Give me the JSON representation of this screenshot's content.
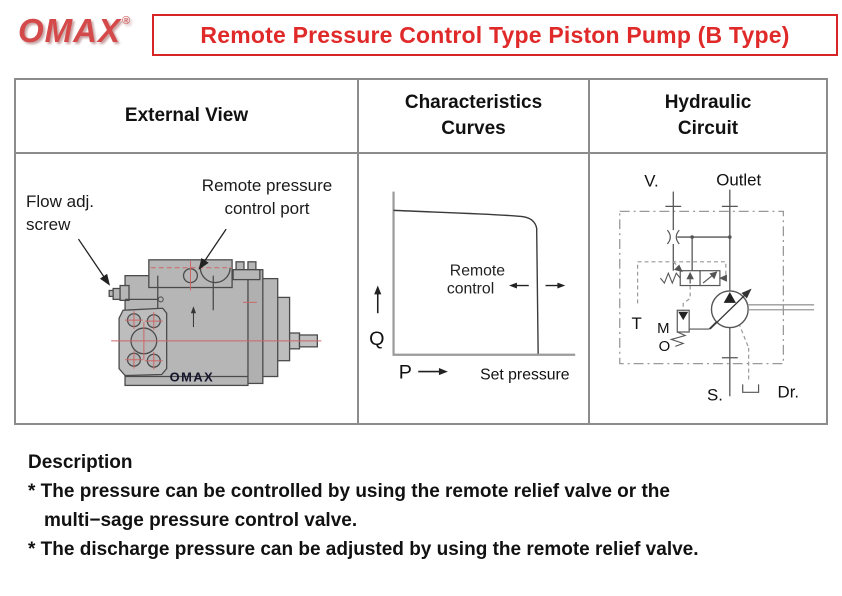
{
  "logo": {
    "text": "OMAX",
    "registered_mark": "®"
  },
  "title": "Remote Pressure Control Type Piston Pump (B Type)",
  "table": {
    "headers": [
      "External View",
      "Characteristics Curves",
      "Hydraulic Circuit"
    ]
  },
  "external_view": {
    "callout_flow_screw": "Flow adj. screw",
    "callout_remote_port": "Remote pressure control port",
    "pump_brand": "OMAX"
  },
  "curves": {
    "chart_data": {
      "type": "line",
      "title": "Characteristics Curves",
      "xlabel": "P",
      "ylabel": "Q",
      "x_annotation": "Set pressure",
      "annotation": "Remote control",
      "shape": "Flow Q nearly constant with slight droop as pressure P rises, then sharp vertical drop to zero at the set pressure; cutoff point adjustable left/right by remote control",
      "axis_ticks": "none",
      "grid": false
    },
    "remote_line1": "Remote",
    "remote_line2": "control",
    "y_axis": "Q",
    "x_axis": "P",
    "set_pressure": "Set pressure"
  },
  "circuit": {
    "labels": {
      "v": "V.",
      "outlet": "Outlet",
      "t": "T",
      "m": "M",
      "o": "O",
      "s": "S.",
      "dr": "Dr."
    }
  },
  "description": {
    "heading": "Description",
    "line1": "* The pressure can be controlled by using the remote relief valve or the",
    "line1_cont": "multi−sage pressure control valve.",
    "line2": "* The discharge pressure can be adjusted by using the remote relief valve."
  },
  "colors": {
    "accent_red": "#e02a2a",
    "logo_red": "#d44a4a",
    "table_border": "#8c8c8c",
    "pump_body_gray": "#b6b6b6",
    "centerline_red": "#cc6666"
  }
}
